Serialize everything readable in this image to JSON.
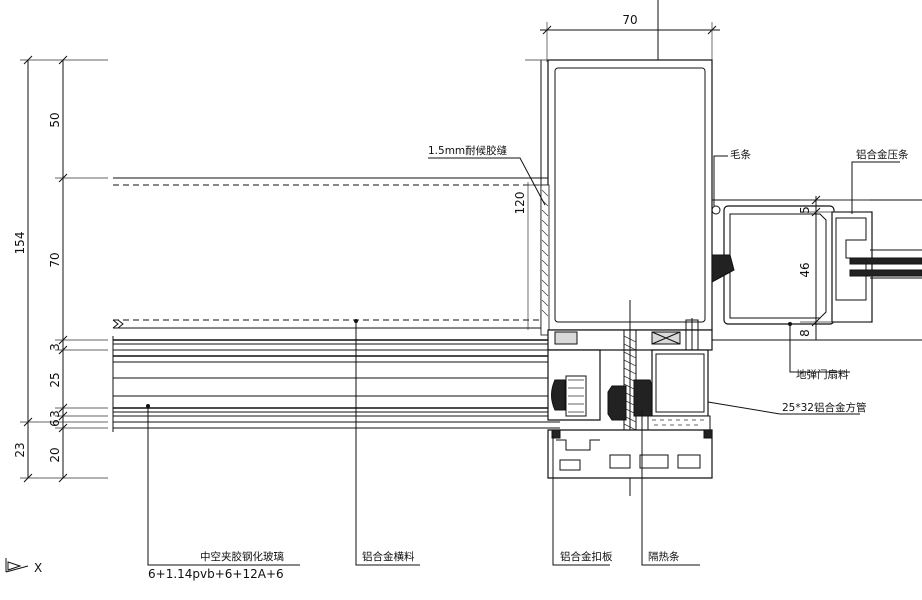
{
  "dimensions": {
    "top_width": "70",
    "vertical_total": "154",
    "vertical_segments": [
      "50",
      "70",
      "3",
      "25",
      "3",
      "6",
      "20",
      "23"
    ],
    "frame_height": "120",
    "sash_top_gap": "5",
    "sash_height": "46",
    "sash_bottom_gap": "8"
  },
  "labels": {
    "sealant": "1.5mm耐候胶缝",
    "brush_strip": "毛条",
    "aluminum_bead": "铝合金压条",
    "sash_profile": "地弹门扇料",
    "square_tube": "25*32铝合金方管",
    "glass_name": "中空夹胶钢化玻璃",
    "glass_spec": "6+1.14pvb+6+12A+6",
    "transom": "铝合金横料",
    "cover_plate": "铝合金扣板",
    "thermal_break": "隔热条"
  },
  "axis": {
    "x_label": "X"
  }
}
